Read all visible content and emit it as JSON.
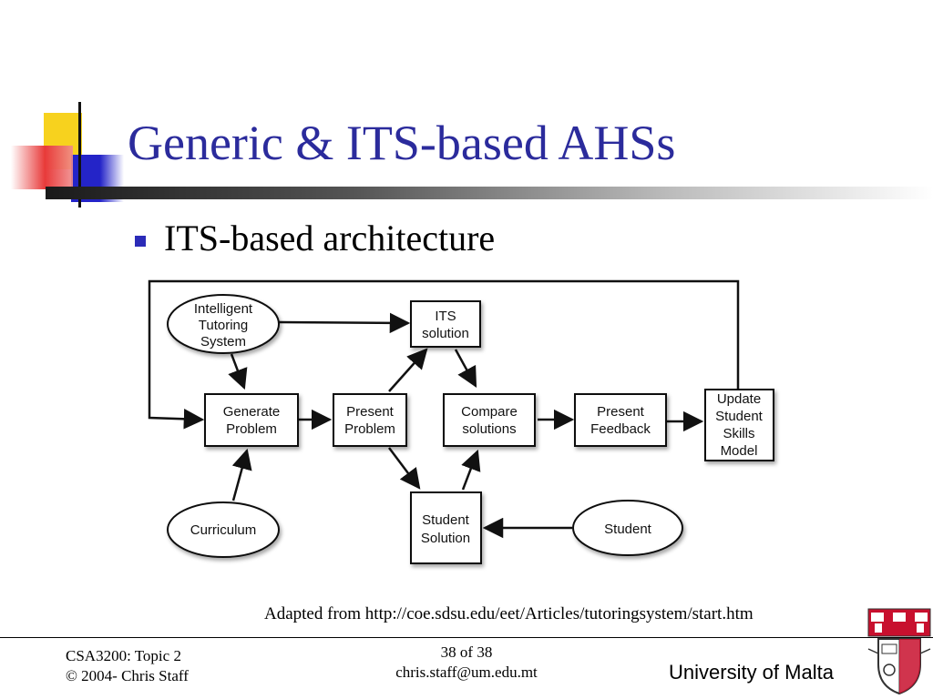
{
  "slide": {
    "title": "Generic & ITS-based AHSs",
    "bullet": "ITS-based architecture",
    "caption": "Adapted from http://coe.sdsu.edu/eet/Articles/tutoringsystem/start.htm"
  },
  "diagram": {
    "nodes": {
      "its": [
        "Intelligent",
        "Tutoring",
        "System"
      ],
      "generate": [
        "Generate",
        "Problem"
      ],
      "curriculum": [
        "Curriculum"
      ],
      "present_problem": [
        "Present",
        "Problem"
      ],
      "its_solution": [
        "ITS",
        "solution"
      ],
      "student_solution": [
        "Student",
        "Solution"
      ],
      "compare": [
        "Compare",
        "solutions"
      ],
      "feedback": [
        "Present",
        "Feedback"
      ],
      "update": [
        "Update",
        "Student",
        "Skills",
        "Model"
      ],
      "student": [
        "Student"
      ]
    }
  },
  "footer": {
    "course": "CSA3200: Topic 2",
    "copyright": "© 2004- Chris Staff",
    "page": "38 of 38",
    "email": "chris.staff@um.edu.mt",
    "org": "University of Malta"
  },
  "colors": {
    "title": "#2b2b9c",
    "bullet": "#2b2bb8",
    "deco_yellow": "#f7d21e",
    "deco_blue": "#2424c8",
    "deco_red": "#e83a3a"
  }
}
